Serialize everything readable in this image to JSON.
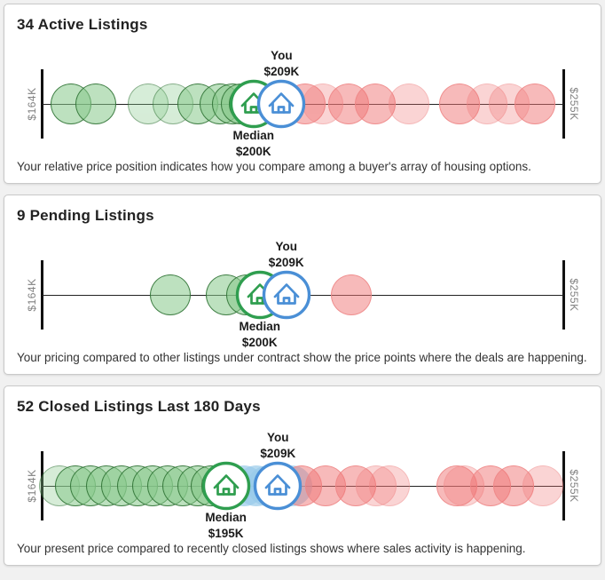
{
  "axis": {
    "min_label": "$164K",
    "max_label": "$255K"
  },
  "colors": {
    "median_green": "#2f9e4f",
    "you_blue": "#4a8fd6",
    "listing_green": "#86c88a",
    "listing_red": "#f07676",
    "highlight_blue": "#98cae9",
    "axis_black": "#111111"
  },
  "chart_data": [
    {
      "type": "scatter",
      "title": "34 Active Listings",
      "description": "Your relative price position indicates how you compare among a buyer's array of housing options.",
      "axis_range_labels": [
        "$164K",
        "$255K"
      ],
      "markers": {
        "you": {
          "label": "You",
          "price": "$209K",
          "pos": 45.9
        },
        "median": {
          "label": "Median",
          "price": "$200K",
          "pos": 40.5
        }
      },
      "circles": [
        {
          "pos": 5.5,
          "type": "green"
        },
        {
          "pos": 10.2,
          "type": "green"
        },
        {
          "pos": 20.3,
          "type": "green",
          "light": true
        },
        {
          "pos": 25.0,
          "type": "green",
          "light": true
        },
        {
          "pos": 29.8,
          "type": "green"
        },
        {
          "pos": 34.0,
          "type": "green"
        },
        {
          "pos": 36.5,
          "type": "green"
        },
        {
          "pos": 38.1,
          "type": "green"
        },
        {
          "pos": 39.7,
          "type": "green"
        },
        {
          "pos": 45.9,
          "type": "lightblue"
        },
        {
          "pos": 50.4,
          "type": "red"
        },
        {
          "pos": 53.8,
          "type": "red",
          "light": true
        },
        {
          "pos": 58.7,
          "type": "red"
        },
        {
          "pos": 63.9,
          "type": "red"
        },
        {
          "pos": 70.3,
          "type": "red",
          "light": true
        },
        {
          "pos": 80.1,
          "type": "red"
        },
        {
          "pos": 85.3,
          "type": "red",
          "light": true
        },
        {
          "pos": 89.6,
          "type": "red",
          "light": true
        },
        {
          "pos": 94.5,
          "type": "red"
        }
      ]
    },
    {
      "type": "scatter",
      "title": "9 Pending Listings",
      "description": "Your pricing compared to other listings under contract show the price points where the deals are happening.",
      "axis_range_labels": [
        "$164K",
        "$255K"
      ],
      "markers": {
        "you": {
          "label": "You",
          "price": "$209K",
          "pos": 46.8
        },
        "median": {
          "label": "Median",
          "price": "$200K",
          "pos": 41.7
        }
      },
      "circles": [
        {
          "pos": 24.5,
          "type": "green"
        },
        {
          "pos": 35.2,
          "type": "green"
        },
        {
          "pos": 39.2,
          "type": "green"
        },
        {
          "pos": 42.0,
          "type": "green"
        },
        {
          "pos": 45.9,
          "type": "lightblue"
        },
        {
          "pos": 59.3,
          "type": "red"
        }
      ]
    },
    {
      "type": "scatter",
      "title": "52 Closed Listings Last 180 Days",
      "description": "Your present price compared to recently closed listings shows where sales activity is happening.",
      "axis_range_labels": [
        "$164K",
        "$255K"
      ],
      "markers": {
        "you": {
          "label": "You",
          "price": "$209K",
          "pos": 45.2
        },
        "median": {
          "label": "Median",
          "price": "$195K",
          "pos": 35.2
        }
      },
      "circles": [
        {
          "pos": 3.2,
          "type": "green",
          "light": true
        },
        {
          "pos": 6.3,
          "type": "green"
        },
        {
          "pos": 9.2,
          "type": "green"
        },
        {
          "pos": 12.2,
          "type": "green"
        },
        {
          "pos": 15.2,
          "type": "green"
        },
        {
          "pos": 18.2,
          "type": "green"
        },
        {
          "pos": 21.1,
          "type": "green"
        },
        {
          "pos": 24.0,
          "type": "green"
        },
        {
          "pos": 26.9,
          "type": "green"
        },
        {
          "pos": 29.8,
          "type": "green"
        },
        {
          "pos": 32.3,
          "type": "green"
        },
        {
          "pos": 34.4,
          "type": "green"
        },
        {
          "pos": 36.5,
          "type": "lightblue"
        },
        {
          "pos": 38.7,
          "type": "lightblue"
        },
        {
          "pos": 41.0,
          "type": "lightblue"
        },
        {
          "pos": 43.3,
          "type": "lightblue"
        },
        {
          "pos": 45.5,
          "type": "lightblue"
        },
        {
          "pos": 47.8,
          "type": "lightblue"
        },
        {
          "pos": 49.8,
          "type": "red"
        },
        {
          "pos": 54.3,
          "type": "red"
        },
        {
          "pos": 60.1,
          "type": "red"
        },
        {
          "pos": 64.0,
          "type": "red",
          "light": true
        },
        {
          "pos": 66.6,
          "type": "red",
          "light": true
        },
        {
          "pos": 79.6,
          "type": "red"
        },
        {
          "pos": 81.0,
          "type": "red",
          "light": true
        },
        {
          "pos": 86.1,
          "type": "red"
        },
        {
          "pos": 90.4,
          "type": "red"
        },
        {
          "pos": 96.1,
          "type": "red",
          "light": true
        }
      ]
    }
  ]
}
